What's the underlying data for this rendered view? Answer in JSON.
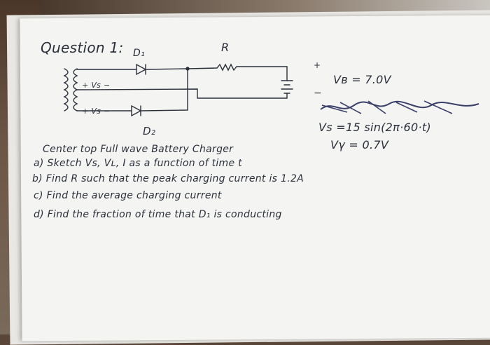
{
  "notes": {
    "title": "Question 1:",
    "label_d1": "D₁",
    "label_r": "R",
    "label_vs_upper": "+ Vs −",
    "label_vs_lower": "+ Vs −",
    "label_d2": "D₂",
    "vb": "Vʙ = 7.0V",
    "vs_equation": "Vs =15 sin(2π·60·t)",
    "vgamma": "Vγ = 0.7V",
    "heading": "Center top Full wave Battery Charger",
    "part_a": "a) Sketch Vs, Vʟ, I as a function of time t",
    "part_b": "b) Find R such that the peak charging current is 1.2A",
    "part_c": "c) Find the average charging current",
    "part_d": "d) Find the fraction of time that D₁ is conducting",
    "battery_plus": "+",
    "battery_minus": "−"
  }
}
